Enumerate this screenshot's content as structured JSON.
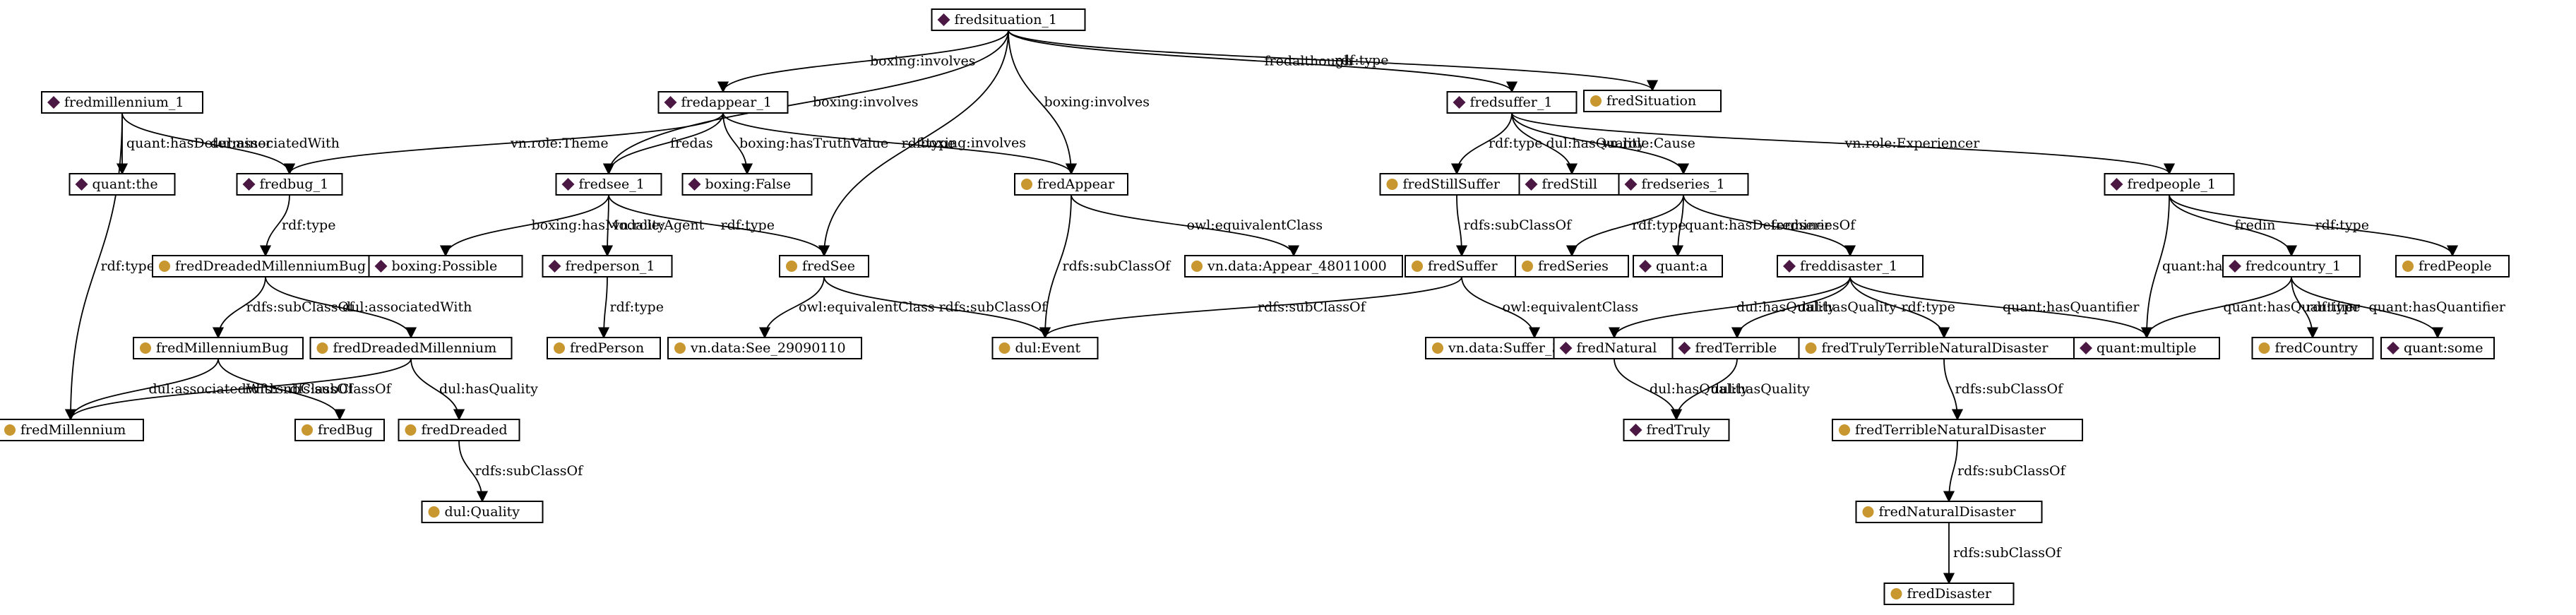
{
  "colors": {
    "individual_marker": "#4a1842",
    "class_marker": "#c9972f",
    "stroke": "#000000"
  },
  "nodes": {
    "fredsituation_1": {
      "label": "fredsituation_1",
      "kind": "individual"
    },
    "fredSituation": {
      "label": "fredSituation",
      "kind": "class"
    },
    "fredmillennium_1": {
      "label": "fredmillennium_1",
      "kind": "individual"
    },
    "fredappear_1": {
      "label": "fredappear_1",
      "kind": "individual"
    },
    "fredsuffer_1": {
      "label": "fredsuffer_1",
      "kind": "individual"
    },
    "quant_the": {
      "label": "quant:the",
      "kind": "individual"
    },
    "fredbug_1": {
      "label": "fredbug_1",
      "kind": "individual"
    },
    "fredsee_1": {
      "label": "fredsee_1",
      "kind": "individual"
    },
    "boxing_False": {
      "label": "boxing:False",
      "kind": "individual"
    },
    "fredAppear": {
      "label": "fredAppear",
      "kind": "class"
    },
    "fredStillSuffer": {
      "label": "fredStillSuffer",
      "kind": "class"
    },
    "fredStill": {
      "label": "fredStill",
      "kind": "individual"
    },
    "fredseries_1": {
      "label": "fredseries_1",
      "kind": "individual"
    },
    "fredpeople_1": {
      "label": "fredpeople_1",
      "kind": "individual"
    },
    "fredDreadedMillenniumBug": {
      "label": "fredDreadedMillenniumBug",
      "kind": "class"
    },
    "boxing_Possible": {
      "label": "boxing:Possible",
      "kind": "individual"
    },
    "fredperson_1": {
      "label": "fredperson_1",
      "kind": "individual"
    },
    "fredSee": {
      "label": "fredSee",
      "kind": "class"
    },
    "vn_Appear": {
      "label": "vn.data:Appear_48011000",
      "kind": "class"
    },
    "fredSuffer": {
      "label": "fredSuffer",
      "kind": "class"
    },
    "fredSeries": {
      "label": "fredSeries",
      "kind": "class"
    },
    "quant_a": {
      "label": "quant:a",
      "kind": "individual"
    },
    "freddisaster_1": {
      "label": "freddisaster_1",
      "kind": "individual"
    },
    "fredcountry_1": {
      "label": "fredcountry_1",
      "kind": "individual"
    },
    "fredPeople": {
      "label": "fredPeople",
      "kind": "class"
    },
    "fredMillenniumBug": {
      "label": "fredMillenniumBug",
      "kind": "class"
    },
    "fredDreadedMillennium": {
      "label": "fredDreadedMillennium",
      "kind": "class"
    },
    "fredPerson": {
      "label": "fredPerson",
      "kind": "class"
    },
    "vn_See": {
      "label": "vn.data:See_29090110",
      "kind": "class"
    },
    "dul_Event": {
      "label": "dul:Event",
      "kind": "class"
    },
    "vn_Suffer": {
      "label": "vn.data:Suffer_31030400",
      "kind": "class"
    },
    "fredNatural": {
      "label": "fredNatural",
      "kind": "individual"
    },
    "fredTerrible": {
      "label": "fredTerrible",
      "kind": "individual"
    },
    "fredTrulyTerribleNaturalDisaster": {
      "label": "fredTrulyTerribleNaturalDisaster",
      "kind": "class"
    },
    "quant_multiple": {
      "label": "quant:multiple",
      "kind": "individual"
    },
    "fredCountry": {
      "label": "fredCountry",
      "kind": "class"
    },
    "quant_some": {
      "label": "quant:some",
      "kind": "individual"
    },
    "fredMillennium": {
      "label": "fredMillennium",
      "kind": "class"
    },
    "fredBug": {
      "label": "fredBug",
      "kind": "class"
    },
    "fredDreaded": {
      "label": "fredDreaded",
      "kind": "class"
    },
    "fredTruly": {
      "label": "fredTruly",
      "kind": "individual"
    },
    "fredTerribleNaturalDisaster": {
      "label": "fredTerribleNaturalDisaster",
      "kind": "class"
    },
    "dul_Quality": {
      "label": "dul:Quality",
      "kind": "class"
    },
    "fredNaturalDisaster": {
      "label": "fredNaturalDisaster",
      "kind": "class"
    },
    "fredDisaster": {
      "label": "fredDisaster",
      "kind": "class"
    }
  },
  "edges": [
    {
      "id": "e1",
      "from": "fredsituation_1",
      "to": "fredSituation",
      "label": "rdf:type"
    },
    {
      "id": "e2",
      "from": "fredsituation_1",
      "to": "fredsuffer_1",
      "label": "fredalthough"
    },
    {
      "id": "e3",
      "from": "fredsituation_1",
      "to": "fredappear_1",
      "label": "boxing:involves"
    },
    {
      "id": "e4",
      "from": "fredsituation_1",
      "to": "fredsee_1",
      "label": "boxing:involves"
    },
    {
      "id": "e5",
      "from": "fredsituation_1",
      "to": "fredAppear",
      "label": "boxing:involves"
    },
    {
      "id": "e6",
      "from": "fredsituation_1",
      "to": "fredSee",
      "label": "boxing:involves"
    },
    {
      "id": "e7",
      "from": "fredmillennium_1",
      "to": "quant_the",
      "label": "quant:hasDeterminer"
    },
    {
      "id": "e8",
      "from": "fredmillennium_1",
      "to": "fredbug_1",
      "label": "dul:associatedWith"
    },
    {
      "id": "e9",
      "from": "fredmillennium_1",
      "to": "fredMillennium",
      "label": "rdf:type"
    },
    {
      "id": "e10",
      "from": "fredappear_1",
      "to": "fredbug_1",
      "label": "vn.role:Theme"
    },
    {
      "id": "e11",
      "from": "fredappear_1",
      "to": "fredsee_1",
      "label": "fredas"
    },
    {
      "id": "e12",
      "from": "fredappear_1",
      "to": "boxing_False",
      "label": "boxing:hasTruthValue"
    },
    {
      "id": "e13",
      "from": "fredappear_1",
      "to": "fredAppear",
      "label": "rdf:type"
    },
    {
      "id": "e14",
      "from": "fredsuffer_1",
      "to": "fredStillSuffer",
      "label": "rdf:type"
    },
    {
      "id": "e15",
      "from": "fredsuffer_1",
      "to": "fredStill",
      "label": "dul:hasQuality"
    },
    {
      "id": "e16",
      "from": "fredsuffer_1",
      "to": "fredseries_1",
      "label": "vn.role:Cause"
    },
    {
      "id": "e17",
      "from": "fredsuffer_1",
      "to": "fredpeople_1",
      "label": "vn.role:Experiencer"
    },
    {
      "id": "e18",
      "from": "fredbug_1",
      "to": "fredDreadedMillenniumBug",
      "label": "rdf:type"
    },
    {
      "id": "e19",
      "from": "fredsee_1",
      "to": "boxing_Possible",
      "label": "boxing:hasModality"
    },
    {
      "id": "e20",
      "from": "fredsee_1",
      "to": "fredperson_1",
      "label": "vn.role:Agent"
    },
    {
      "id": "e21",
      "from": "fredsee_1",
      "to": "fredSee",
      "label": "rdf:type"
    },
    {
      "id": "e22",
      "from": "fredAppear",
      "to": "vn_Appear",
      "label": "owl:equivalentClass"
    },
    {
      "id": "e23",
      "from": "fredAppear",
      "to": "dul_Event",
      "label": "rdfs:subClassOf"
    },
    {
      "id": "e24",
      "from": "fredStillSuffer",
      "to": "fredSuffer",
      "label": "rdfs:subClassOf"
    },
    {
      "id": "e25",
      "from": "fredseries_1",
      "to": "fredSeries",
      "label": "rdf:type"
    },
    {
      "id": "e26",
      "from": "fredseries_1",
      "to": "quant_a",
      "label": "quant:hasDeterminer"
    },
    {
      "id": "e27",
      "from": "fredseries_1",
      "to": "freddisaster_1",
      "label": "fredseriesOf"
    },
    {
      "id": "e28",
      "from": "fredpeople_1",
      "to": "quant_multiple",
      "label": "quant:hasQuantifier"
    },
    {
      "id": "e29",
      "from": "fredpeople_1",
      "to": "fredcountry_1",
      "label": "fredin"
    },
    {
      "id": "e30",
      "from": "fredpeople_1",
      "to": "fredPeople",
      "label": "rdf:type"
    },
    {
      "id": "e31",
      "from": "fredDreadedMillenniumBug",
      "to": "fredMillenniumBug",
      "label": "rdfs:subClassOf"
    },
    {
      "id": "e32",
      "from": "fredDreadedMillenniumBug",
      "to": "fredDreadedMillennium",
      "label": "dul:associatedWith"
    },
    {
      "id": "e33",
      "from": "fredperson_1",
      "to": "fredPerson",
      "label": "rdf:type"
    },
    {
      "id": "e34",
      "from": "fredSee",
      "to": "vn_See",
      "label": "owl:equivalentClass"
    },
    {
      "id": "e35",
      "from": "fredSee",
      "to": "dul_Event",
      "label": "rdfs:subClassOf"
    },
    {
      "id": "e36",
      "from": "fredSuffer",
      "to": "dul_Event",
      "label": "rdfs:subClassOf"
    },
    {
      "id": "e37",
      "from": "fredSuffer",
      "to": "vn_Suffer",
      "label": "owl:equivalentClass"
    },
    {
      "id": "e38",
      "from": "freddisaster_1",
      "to": "fredNatural",
      "label": "dul:hasQuality"
    },
    {
      "id": "e39",
      "from": "freddisaster_1",
      "to": "fredTerrible",
      "label": "dul:hasQuality"
    },
    {
      "id": "e40",
      "from": "freddisaster_1",
      "to": "fredTrulyTerribleNaturalDisaster",
      "label": "rdf:type"
    },
    {
      "id": "e41",
      "from": "freddisaster_1",
      "to": "quant_multiple",
      "label": "quant:hasQuantifier"
    },
    {
      "id": "e42",
      "from": "fredcountry_1",
      "to": "quant_multiple",
      "label": "quant:hasQuantifier"
    },
    {
      "id": "e43",
      "from": "fredcountry_1",
      "to": "fredCountry",
      "label": "rdf:type"
    },
    {
      "id": "e44",
      "from": "fredcountry_1",
      "to": "quant_some",
      "label": "quant:hasQuantifier"
    },
    {
      "id": "e45",
      "from": "fredMillenniumBug",
      "to": "fredMillennium",
      "label": "dul:associatedWith"
    },
    {
      "id": "e46",
      "from": "fredMillenniumBug",
      "to": "fredBug",
      "label": "rdfs:subClassOf"
    },
    {
      "id": "e47",
      "from": "fredDreadedMillennium",
      "to": "fredMillennium",
      "label": "rdfs:subClassOf"
    },
    {
      "id": "e48",
      "from": "fredDreadedMillennium",
      "to": "fredDreaded",
      "label": "dul:hasQuality"
    },
    {
      "id": "e49",
      "from": "fredNatural",
      "to": "fredTruly",
      "label": "dul:hasQuality"
    },
    {
      "id": "e50",
      "from": "fredTerrible",
      "to": "fredTruly",
      "label": "dul:hasQuality"
    },
    {
      "id": "e51",
      "from": "fredTrulyTerribleNaturalDisaster",
      "to": "fredTerribleNaturalDisaster",
      "label": "rdfs:subClassOf"
    },
    {
      "id": "e52",
      "from": "fredDreaded",
      "to": "dul_Quality",
      "label": "rdfs:subClassOf"
    },
    {
      "id": "e53",
      "from": "fredTerribleNaturalDisaster",
      "to": "fredNaturalDisaster",
      "label": "rdfs:subClassOf"
    },
    {
      "id": "e54",
      "from": "fredNaturalDisaster",
      "to": "fredDisaster",
      "label": "rdfs:subClassOf"
    }
  ]
}
